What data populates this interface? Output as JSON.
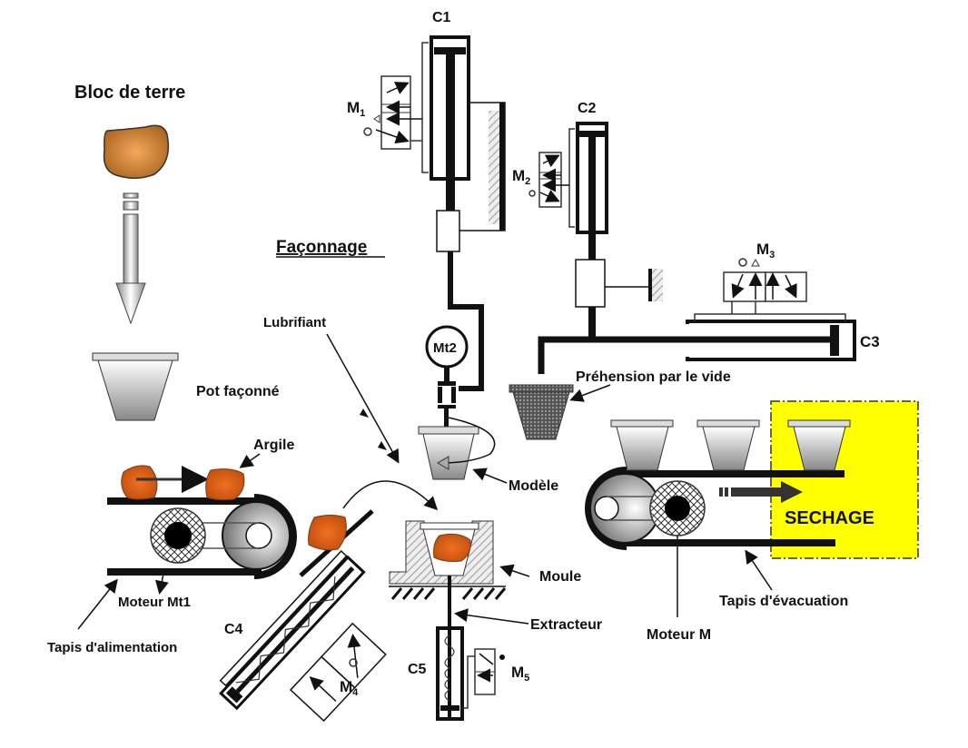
{
  "title": "Façonnage",
  "labels": {
    "bloc_de_terre": "Bloc de terre",
    "pot_faconne": "Pot façonné",
    "argile": "Argile",
    "lubrifiant": "Lubrifiant",
    "modele": "Modèle",
    "moule": "Moule",
    "extracteur": "Extracteur",
    "moteur_mt1": "Moteur Mt1",
    "tapis_alimentation": "Tapis d'alimentation",
    "moteur_m": "Moteur  M",
    "tapis_evacuation": "Tapis d'évacuation",
    "prehension": "Préhension par le vide",
    "sechage": "SECHAGE",
    "mt2": "Mt2"
  },
  "cylinders": {
    "c1": "C1",
    "c2": "C2",
    "c3": "C3",
    "c4": "C4",
    "c5": "C5"
  },
  "valves": {
    "m1": {
      "letter": "M",
      "index": "1"
    },
    "m2": {
      "letter": "M",
      "index": "2"
    },
    "m3": {
      "letter": "M",
      "index": "3"
    },
    "m4": {
      "letter": "M",
      "index": "4"
    },
    "m5": {
      "letter": "M",
      "index": "5"
    }
  },
  "colors": {
    "clay": "#e0661a",
    "clay_block": "#c8823a",
    "drying_zone": "#ffff00",
    "ink": "#111111"
  }
}
